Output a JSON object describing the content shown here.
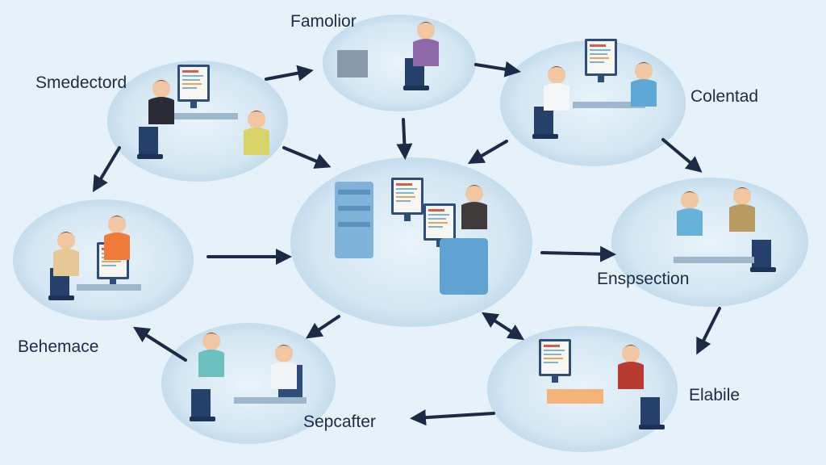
{
  "colors": {
    "background": "#e6f1f9",
    "node_halo": "#cfe3f1",
    "arrow": "#1c2a45",
    "monitor": "#4a9ad0",
    "chair": "#25406a"
  },
  "nodes": [
    {
      "id": "smedectord",
      "label": "Smedectord"
    },
    {
      "id": "famolior",
      "label": "Famolior"
    },
    {
      "id": "colentad",
      "label": "Colentad"
    },
    {
      "id": "enspsection",
      "label": "Enspsection"
    },
    {
      "id": "behemace",
      "label": "Behemace"
    },
    {
      "id": "elabile",
      "label": "Elabile"
    },
    {
      "id": "sepcafter",
      "label": "Sepcafter"
    },
    {
      "id": "center",
      "label": ""
    }
  ],
  "edges": [
    {
      "from": "smedectord",
      "to": "famolior",
      "direction": "forward"
    },
    {
      "from": "famolior",
      "to": "colentad",
      "direction": "forward"
    },
    {
      "from": "famolior",
      "to": "center",
      "direction": "forward"
    },
    {
      "from": "colentad",
      "to": "center",
      "direction": "forward"
    },
    {
      "from": "smedectord",
      "to": "center",
      "direction": "forward"
    },
    {
      "from": "smedectord",
      "to": "behemace-group",
      "direction": "forward"
    },
    {
      "from": "colentad",
      "to": "enspsection",
      "direction": "forward"
    },
    {
      "from": "behemace-group",
      "to": "center",
      "direction": "forward"
    },
    {
      "from": "center",
      "to": "enspsection",
      "direction": "forward"
    },
    {
      "from": "center",
      "to": "sepcafter-group",
      "direction": "forward"
    },
    {
      "from": "center",
      "to": "elabile",
      "direction": "both"
    },
    {
      "from": "enspsection",
      "to": "elabile",
      "direction": "forward"
    },
    {
      "from": "elabile",
      "to": "sepcafter",
      "direction": "forward"
    },
    {
      "from": "sepcafter-group",
      "to": "behemace",
      "direction": "forward"
    }
  ]
}
